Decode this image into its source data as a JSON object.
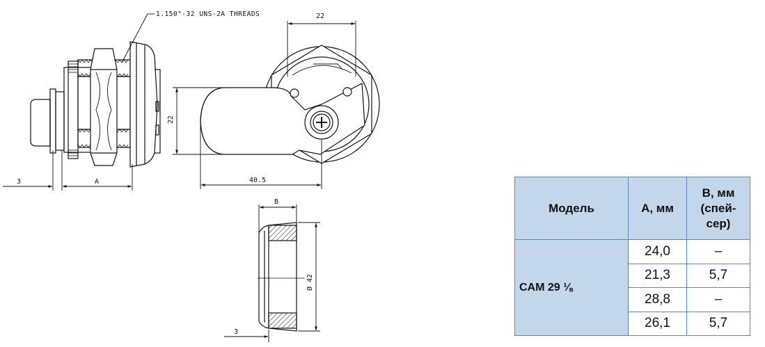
{
  "drawing": {
    "thread_note": "1.150\"-32 UNS-2A THREADS",
    "dim_22_top": "22",
    "dim_22_side": "22",
    "dim_40_5": "40.5",
    "dim_3_left": "3",
    "dim_a": "A",
    "dim_b": "B",
    "dim_42": "Ø 42",
    "dim_3_bottom": "3"
  },
  "table": {
    "headers": {
      "model": "Модель",
      "a": "A, мм",
      "b_line1": "B, мм",
      "b_line2": "(спей-",
      "b_line3": "сер)"
    },
    "model_name": "CAM 29",
    "model_fraction": "⅛",
    "rows": [
      {
        "a": "24,0",
        "b": "–"
      },
      {
        "a": "21,3",
        "b": "5,7"
      },
      {
        "a": "28,8",
        "b": "–"
      },
      {
        "a": "26,1",
        "b": "5,7"
      }
    ]
  }
}
